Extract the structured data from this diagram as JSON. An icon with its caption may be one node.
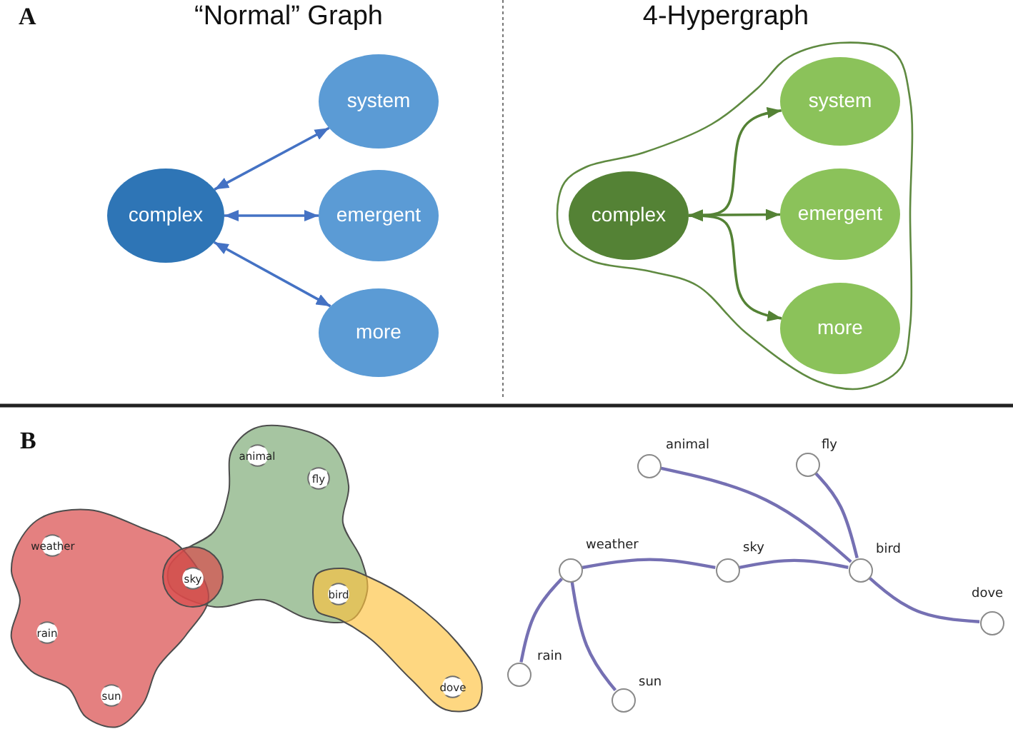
{
  "diagram": {
    "nodes": [
      {
        "text": [
          "complex"
        ]
      },
      {
        "text": [
          "system"
        ]
      },
      {
        "text": [
          "emergent"
        ]
      },
      {
        "text": [
          "more"
        ]
      },
      {
        "text": [],
        "shape": "blob"
      },
      {
        "text": [
          "complex"
        ],
        "in": 4
      },
      {
        "text": [
          "system"
        ],
        "in": 4
      },
      {
        "text": [
          "emergent"
        ],
        "in": 4
      },
      {
        "text": [
          "more"
        ],
        "in": 4
      },
      {
        "text": [],
        "shape": "blob"
      },
      {
        "text": [
          "animal"
        ],
        "in": 9
      },
      {
        "text": [
          "fly"
        ],
        "in": 9
      },
      {
        "text": [],
        "shape": "blob"
      },
      {
        "text": [
          "weather"
        ],
        "in": 12
      },
      {
        "text": [
          "rain"
        ],
        "in": 12
      },
      {
        "text": [
          "sun"
        ],
        "in": 12
      },
      {
        "text": [
          "sky"
        ]
      },
      {
        "text": [
          "bird"
        ]
      },
      {
        "text": [],
        "shape": "blob"
      },
      {
        "text": [
          "dove"
        ],
        "in": 18
      },
      {
        "text": [],
        "shape": "circle",
        "beside": [
          "animal"
        ]
      },
      {
        "text": [],
        "shape": "circle",
        "beside": [
          "fly"
        ]
      },
      {
        "text": [],
        "shape": "circle",
        "beside": [
          "weather"
        ]
      },
      {
        "text": [],
        "shape": "circle",
        "beside": [
          "sky"
        ]
      },
      {
        "text": [],
        "shape": "circle",
        "beside": [
          "bird"
        ]
      },
      {
        "text": [],
        "shape": "circle",
        "beside": [
          "dove"
        ]
      },
      {
        "text": [],
        "shape": "circle",
        "beside": [
          "rain"
        ]
      },
      {
        "text": [],
        "shape": "circle",
        "beside": [
          "sun"
        ]
      }
    ],
    "edges": [
      {
        "from": 0,
        "to": 1,
        "arrow": "both",
        "color": "#4472c4"
      },
      {
        "from": 0,
        "to": 2,
        "arrow": "both",
        "color": "#4472c4"
      },
      {
        "from": 0,
        "to": 3,
        "arrow": "both",
        "color": "#4472c4"
      },
      {
        "from": 5,
        "to": 6,
        "arrow": "both",
        "color": "#548235"
      },
      {
        "from": 5,
        "to": 7,
        "arrow": "both",
        "color": "#548235"
      },
      {
        "from": 5,
        "to": 8,
        "arrow": "both",
        "color": "#548235"
      },
      {
        "from": 20,
        "to": 24,
        "arrow": "none"
      },
      {
        "from": 21,
        "to": 24,
        "arrow": "none"
      },
      {
        "from": 22,
        "to": 23,
        "arrow": "none"
      },
      {
        "from": 23,
        "to": 24,
        "arrow": "none"
      },
      {
        "from": 24,
        "to": 25,
        "arrow": "none"
      },
      {
        "from": 22,
        "to": 26,
        "arrow": "none"
      },
      {
        "from": 22,
        "to": 27,
        "arrow": "none"
      }
    ],
    "labels": [
      "A",
      "“Normal” Graph",
      "4-Hypergraph",
      "B"
    ]
  }
}
